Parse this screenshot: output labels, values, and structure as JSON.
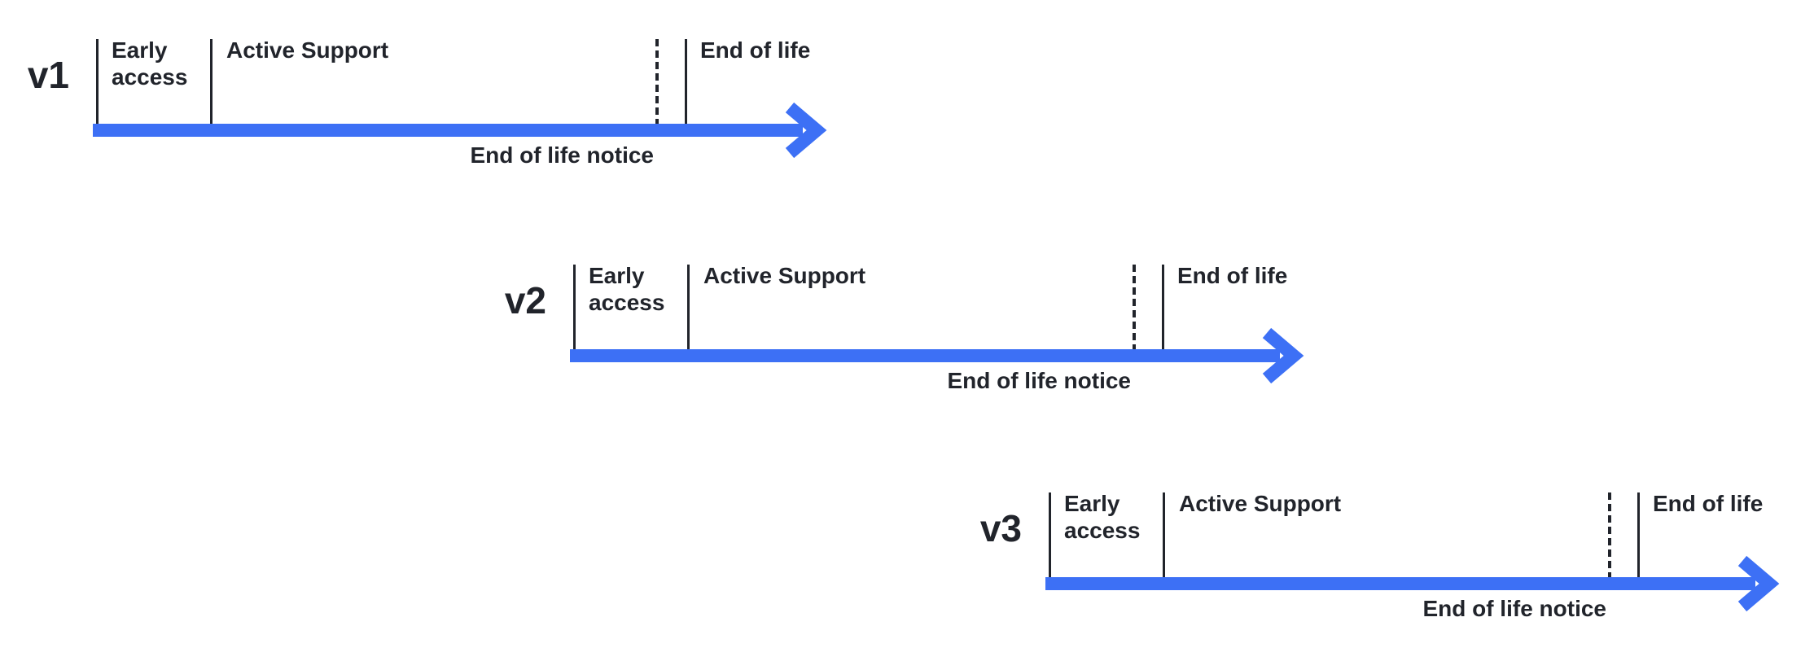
{
  "theme": {
    "background": "#ffffff",
    "accent": "#3D70F5",
    "ink": "#21242B"
  },
  "timelines": [
    {
      "version": "v1",
      "phases": {
        "early": "Early access",
        "active": "Active Support",
        "eol": "End of life"
      },
      "notice": "End of life notice"
    },
    {
      "version": "v2",
      "phases": {
        "early": "Early access",
        "active": "Active Support",
        "eol": "End of life"
      },
      "notice": "End of life notice"
    },
    {
      "version": "v3",
      "phases": {
        "early": "Early access",
        "active": "Active Support",
        "eol": "End of life"
      },
      "notice": "End of life notice"
    }
  ]
}
